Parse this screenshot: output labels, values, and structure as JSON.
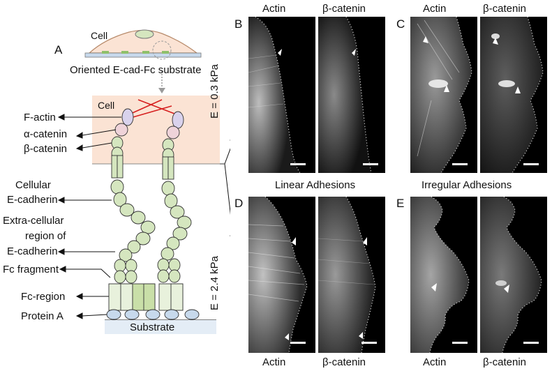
{
  "panel_letters": {
    "a": "A",
    "b": "B",
    "c": "C",
    "d": "D",
    "e": "E"
  },
  "schematic": {
    "cell_top": "Cell",
    "substrate_caption": "Oriented E-cad-Fc substrate",
    "cell_region": "Cell",
    "f_actin": "F-actin",
    "alpha_catenin": "α-catenin",
    "beta_catenin": "β-catenin",
    "cellular_1": "Cellular",
    "cellular_2": "E-cadherin",
    "extra_1": "Extra-cellular",
    "extra_2": "region of",
    "extra_3": "E-cadherin",
    "fc_fragment": "Fc fragment",
    "fc_region": "Fc-region",
    "protein_a": "Protein A",
    "substrate": "Substrate"
  },
  "stiffness": {
    "soft": "E = 0.3 kPa",
    "stiff": "E = 2.4 kPa"
  },
  "column_titles": {
    "b_left": "Actin",
    "b_right": "β-catenin",
    "c_left": "Actin",
    "c_right": "β-catenin",
    "d_left": "Actin",
    "d_right": "β-catenin",
    "e_left": "Actin",
    "e_right": "β-catenin"
  },
  "row_titles": {
    "linear": "Linear Adhesions",
    "irregular": "Irregular Adhesions"
  },
  "colors": {
    "cell_fill": "#fbe3d4",
    "cadherin": "#d5e6bf",
    "protein_a": "#c7d9ec",
    "actin_line": "#d61f1f",
    "arrow_gray": "#9a9a9a"
  }
}
